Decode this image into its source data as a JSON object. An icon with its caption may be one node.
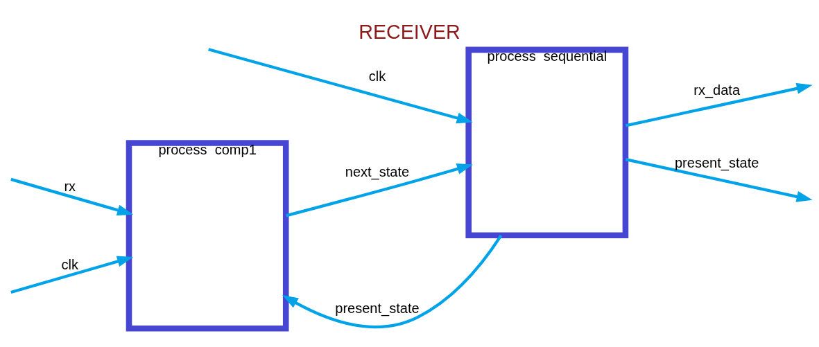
{
  "diagram": {
    "title": "RECEIVER",
    "nodes": [
      {
        "text": [
          "process  comp1"
        ]
      },
      {
        "text": [
          "process  sequential"
        ]
      }
    ],
    "edges": [
      {
        "from": null,
        "to": 0,
        "arrow": "to",
        "label": "rx"
      },
      {
        "from": 1,
        "to": 0,
        "arrow": "to",
        "label": "present_state"
      },
      {
        "from": null,
        "to": 0,
        "arrow": "to",
        "label": "clk"
      },
      {
        "from": 0,
        "to": 1,
        "arrow": "to",
        "label": "next_state"
      },
      {
        "from": null,
        "to": 1,
        "arrow": "to",
        "label": "clk"
      },
      {
        "from": 1,
        "to": null,
        "arrow": "to",
        "label": "rx_data"
      },
      {
        "from": 1,
        "to": null,
        "arrow": "to",
        "label": "present_state"
      }
    ]
  }
}
